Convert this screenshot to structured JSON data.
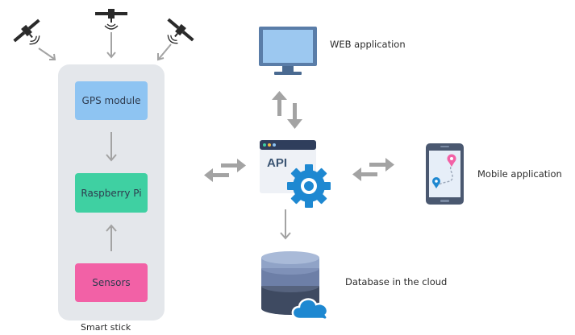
{
  "smart_stick": {
    "label": "Smart stick",
    "gps_label": "GPS module",
    "rpi_label": "Raspberry Pi",
    "sensors_label": "Sensors"
  },
  "api": {
    "label": "API"
  },
  "web": {
    "label": "WEB application"
  },
  "mobile": {
    "label": "Mobile application"
  },
  "database": {
    "label": "Database in the cloud"
  },
  "colors": {
    "gps": "#8ec4f2",
    "raspberry_pi": "#3fd0a2",
    "sensors": "#f261a6",
    "stick_bg": "#e4e7eb",
    "arrow": "#a3a3a3",
    "gear": "#1e88d1",
    "monitor": "#5a7da8",
    "database_top": "#90a3c7",
    "database_mid": "#6d7fa7",
    "database_bottom": "#3e4a61"
  },
  "icons": [
    "satellite-icon",
    "monitor-icon",
    "api-window-icon",
    "gear-icon",
    "smartphone-map-icon",
    "database-icon",
    "cloud-icon"
  ]
}
